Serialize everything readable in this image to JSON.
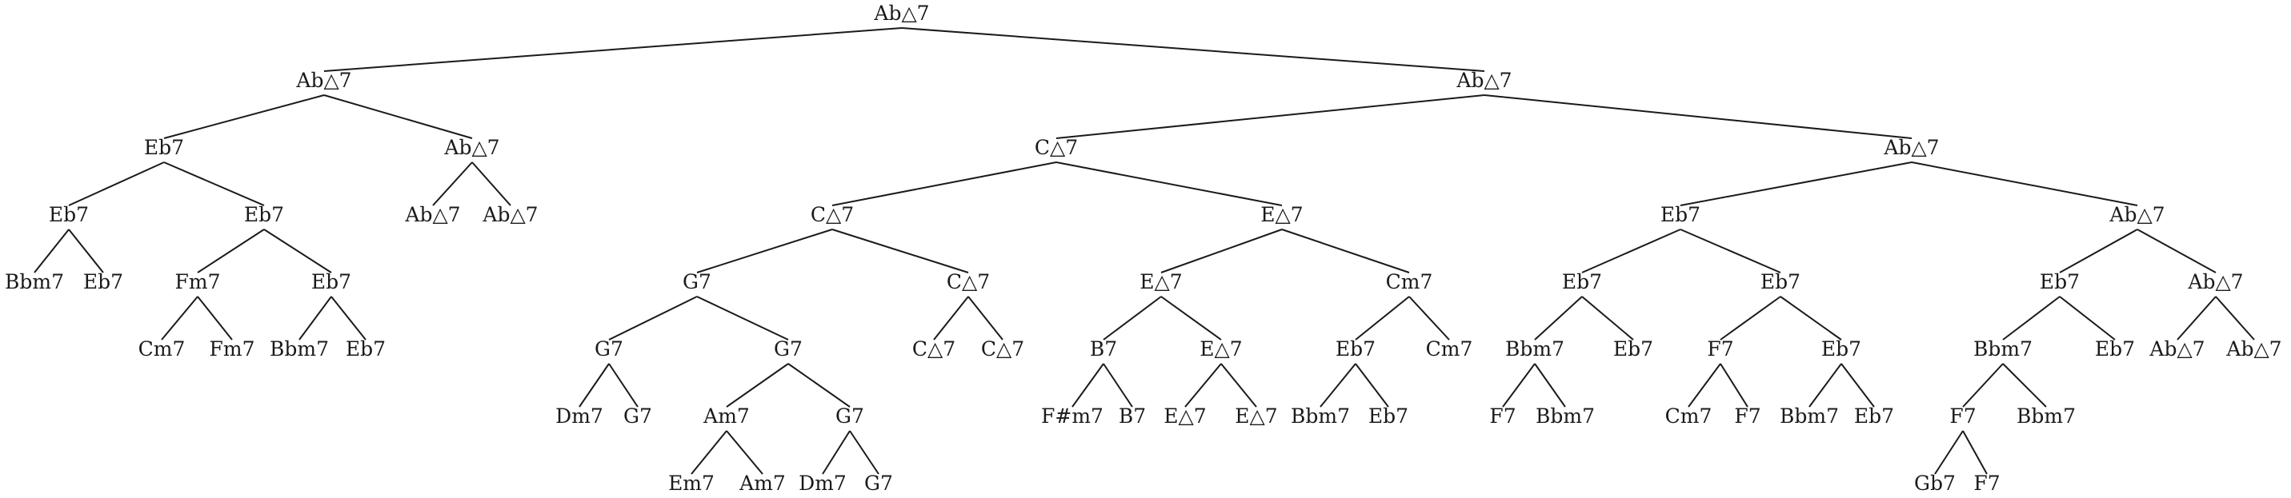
{
  "tree": {
    "label": "Ab△7",
    "children": [
      {
        "label": "Ab△7",
        "children": [
          {
            "label": "Eb7",
            "children": [
              {
                "label": "Eb7",
                "children": [
                  {
                    "label": "Bbm7"
                  },
                  {
                    "label": "Eb7"
                  }
                ]
              },
              {
                "label": "Eb7",
                "children": [
                  {
                    "label": "Fm7",
                    "children": [
                      {
                        "label": "Cm7"
                      },
                      {
                        "label": "Fm7"
                      }
                    ]
                  },
                  {
                    "label": "Eb7",
                    "children": [
                      {
                        "label": "Bbm7"
                      },
                      {
                        "label": "Eb7"
                      }
                    ]
                  }
                ]
              }
            ]
          },
          {
            "label": "Ab△7",
            "children": [
              {
                "label": "Ab△7"
              },
              {
                "label": "Ab△7"
              }
            ]
          }
        ]
      },
      {
        "label": "Ab△7",
        "children": [
          {
            "label": "C△7",
            "children": [
              {
                "label": "C△7",
                "children": [
                  {
                    "label": "G7",
                    "children": [
                      {
                        "label": "G7",
                        "children": [
                          {
                            "label": "Dm7"
                          },
                          {
                            "label": "G7"
                          }
                        ]
                      },
                      {
                        "label": "G7",
                        "children": [
                          {
                            "label": "Am7",
                            "children": [
                              {
                                "label": "Em7"
                              },
                              {
                                "label": "Am7"
                              }
                            ]
                          },
                          {
                            "label": "G7",
                            "children": [
                              {
                                "label": "Dm7"
                              },
                              {
                                "label": "G7"
                              }
                            ]
                          }
                        ]
                      }
                    ]
                  },
                  {
                    "label": "C△7",
                    "children": [
                      {
                        "label": "C△7"
                      },
                      {
                        "label": "C△7"
                      }
                    ]
                  }
                ]
              },
              {
                "label": "E△7",
                "children": [
                  {
                    "label": "E△7",
                    "children": [
                      {
                        "label": "B7",
                        "children": [
                          {
                            "label": "F#m7"
                          },
                          {
                            "label": "B7"
                          }
                        ]
                      },
                      {
                        "label": "E△7",
                        "children": [
                          {
                            "label": "E△7"
                          },
                          {
                            "label": "E△7"
                          }
                        ]
                      }
                    ]
                  },
                  {
                    "label": "Cm7",
                    "children": [
                      {
                        "label": "Eb7",
                        "children": [
                          {
                            "label": "Bbm7"
                          },
                          {
                            "label": "Eb7"
                          }
                        ]
                      },
                      {
                        "label": "Cm7"
                      }
                    ]
                  }
                ]
              }
            ]
          },
          {
            "label": "Ab△7",
            "children": [
              {
                "label": "Eb7",
                "children": [
                  {
                    "label": "Eb7",
                    "children": [
                      {
                        "label": "Bbm7",
                        "children": [
                          {
                            "label": "F7"
                          },
                          {
                            "label": "Bbm7"
                          }
                        ]
                      },
                      {
                        "label": "Eb7"
                      }
                    ]
                  },
                  {
                    "label": "Eb7",
                    "children": [
                      {
                        "label": "F7",
                        "children": [
                          {
                            "label": "Cm7"
                          },
                          {
                            "label": "F7"
                          }
                        ]
                      },
                      {
                        "label": "Eb7",
                        "children": [
                          {
                            "label": "Bbm7"
                          },
                          {
                            "label": "Eb7"
                          }
                        ]
                      }
                    ]
                  }
                ]
              },
              {
                "label": "Ab△7",
                "children": [
                  {
                    "label": "Eb7",
                    "children": [
                      {
                        "label": "Bbm7",
                        "children": [
                          {
                            "label": "F7",
                            "children": [
                              {
                                "label": "Gb7"
                              },
                              {
                                "label": "F7"
                              }
                            ]
                          },
                          {
                            "label": "Bbm7"
                          }
                        ]
                      },
                      {
                        "label": "Eb7"
                      }
                    ]
                  },
                  {
                    "label": "Ab△7",
                    "children": [
                      {
                        "label": "Ab△7"
                      },
                      {
                        "label": "Ab△7"
                      }
                    ]
                  }
                ]
              }
            ]
          }
        ]
      }
    ]
  }
}
